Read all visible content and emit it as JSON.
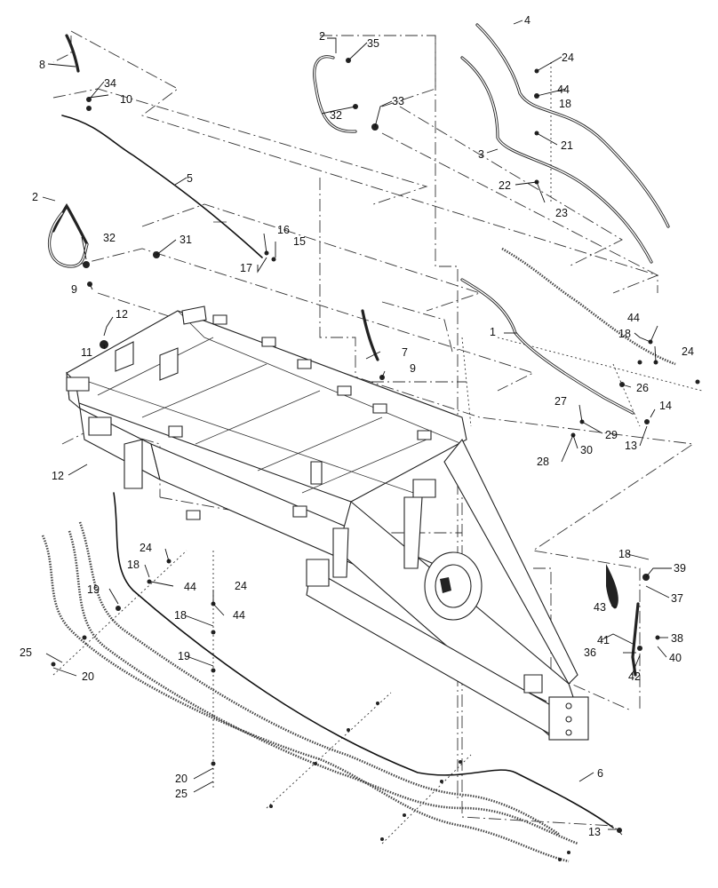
{
  "diagram": {
    "callouts": [
      "1",
      "2",
      "2",
      "3",
      "4",
      "5",
      "6",
      "7",
      "8",
      "9",
      "9",
      "10",
      "11",
      "12",
      "12",
      "13",
      "13",
      "14",
      "15",
      "16",
      "17",
      "18",
      "18",
      "18",
      "18",
      "18",
      "19",
      "19",
      "20",
      "20",
      "21",
      "22",
      "23",
      "24",
      "24",
      "24",
      "24",
      "25",
      "25",
      "26",
      "27",
      "28",
      "29",
      "30",
      "31",
      "32",
      "32",
      "33",
      "34",
      "35",
      "36",
      "37",
      "38",
      "39",
      "40",
      "41",
      "42",
      "43",
      "44",
      "44",
      "44",
      "44"
    ]
  }
}
